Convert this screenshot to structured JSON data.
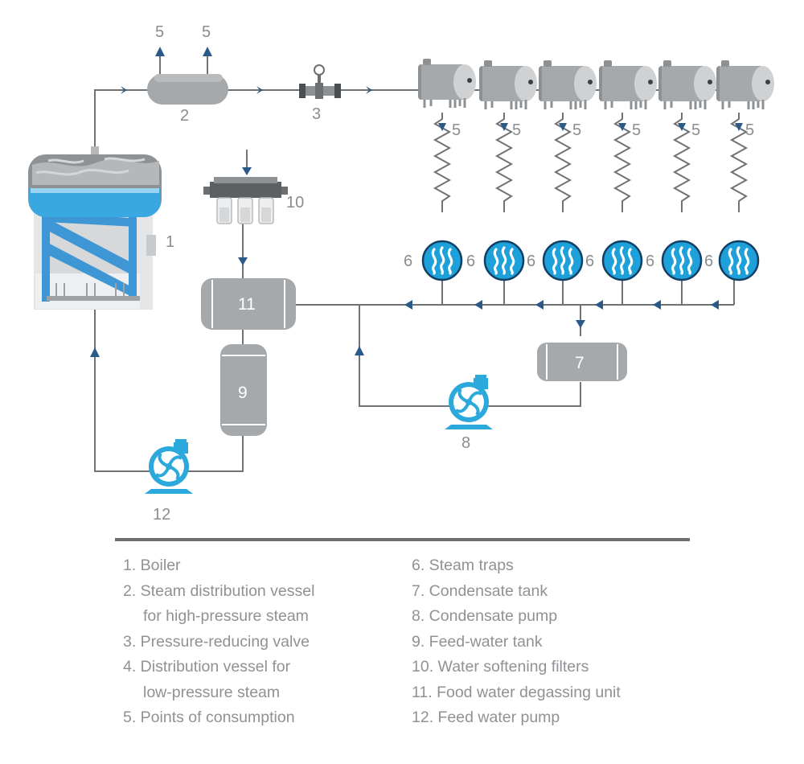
{
  "colors": {
    "pipe": "#6f7376",
    "arrow": "#2c5a88",
    "vessel": "#a6a9ac",
    "vessel_dark": "#8e9194",
    "pump_blue": "#2ba8dc",
    "trap_blue": "#1ea0da",
    "water": "#3aa8e0",
    "label": "#8a8d90"
  },
  "diagram": {
    "boiler_num": "1",
    "hp_vessel_num": "2",
    "prv_num": "3",
    "consumption_num": "5",
    "trap_num": "6",
    "condensate_tank_num": "7",
    "condensate_pump_num": "8",
    "feed_tank_num": "9",
    "softener_num": "10",
    "degasser_num": "11",
    "feed_pump_num": "12"
  },
  "legend": {
    "left": [
      "1. Boiler",
      "2. Steam distribution vessel",
      "for high-pressure steam",
      "3. Pressure-reducing valve",
      "4. Distribution vessel for",
      "low-pressure steam",
      "5. Points of consumption"
    ],
    "right": [
      "6. Steam traps",
      "7. Condensate tank",
      "8. Condensate pump",
      "9. Feed-water tank",
      "10. Water softening filters",
      "11. Food water degassing unit",
      "12. Feed water pump"
    ]
  }
}
